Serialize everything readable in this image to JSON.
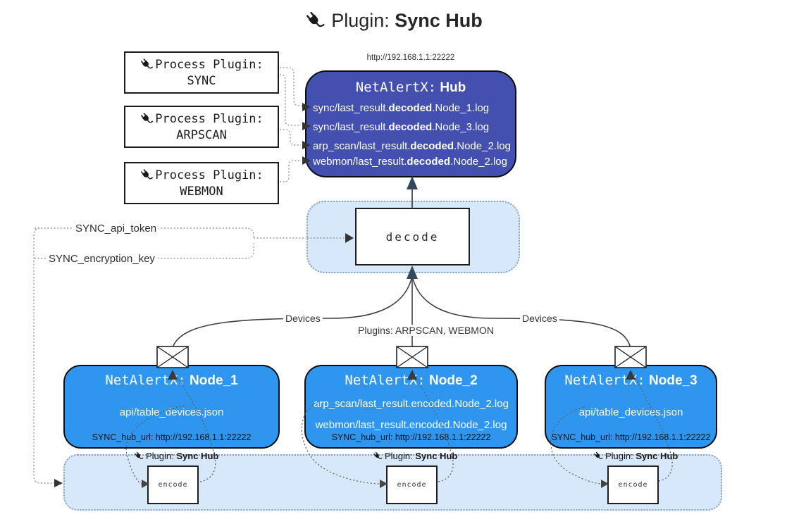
{
  "title": {
    "prefix": "Plugin:",
    "name": "Sync Hub"
  },
  "hub": {
    "url": "http://192.168.1.1:22222",
    "name_prefix": "NetAlertX:",
    "name": "Hub",
    "lines": [
      {
        "pre": "sync/last_result.",
        "bold": "decoded",
        "post": ".Node_1.log"
      },
      {
        "pre": "sync/last_result.",
        "bold": "decoded",
        "post": ".Node_3.log"
      },
      {
        "pre": "arp_scan/last_result.",
        "bold": "decoded",
        "post": ".Node_2.log"
      },
      {
        "pre": "webmon/last_result.",
        "bold": "decoded",
        "post": ".Node_2.log"
      }
    ]
  },
  "process_plugins": [
    {
      "label": "Process Plugin:",
      "name": "SYNC"
    },
    {
      "label": "Process Plugin:",
      "name": "ARPSCAN"
    },
    {
      "label": "Process Plugin:",
      "name": "WEBMON"
    }
  ],
  "settings": {
    "api_token": "SYNC_api_token",
    "encryption_key": "SYNC_encryption_key"
  },
  "decode": {
    "label": "decode"
  },
  "edges": {
    "devices_left": "Devices",
    "devices_right": "Devices",
    "plugins_center": "Plugins: ARPSCAN, WEBMON"
  },
  "nodes": [
    {
      "name_prefix": "NetAlertX:",
      "name": "Node_1",
      "files": [
        "api/table_devices.json"
      ],
      "hub_url": "SYNC_hub_url: http://192.168.1.1:22222"
    },
    {
      "name_prefix": "NetAlertX:",
      "name": "Node_2",
      "files": [
        "arp_scan/last_result.encoded.Node_2.log",
        "webmon/last_result.encoded.Node_2.log"
      ],
      "hub_url": "SYNC_hub_url: http://192.168.1.1:22222"
    },
    {
      "name_prefix": "NetAlertX:",
      "name": "Node_3",
      "files": [
        "api/table_devices.json"
      ],
      "hub_url": "SYNC_hub_url: http://192.168.1.1:22222"
    }
  ],
  "encoders": [
    {
      "label_prefix": "Plugin:",
      "label_bold": "Sync Hub",
      "box": "encode"
    },
    {
      "label_prefix": "Plugin:",
      "label_bold": "Sync Hub",
      "box": "encode"
    },
    {
      "label_prefix": "Plugin:",
      "label_bold": "Sync Hub",
      "box": "encode"
    }
  ],
  "colors": {
    "hub": "#4350b0",
    "node": "#2e96ee",
    "band": "#d7e8fa",
    "accent_arrow": "#35495c"
  }
}
